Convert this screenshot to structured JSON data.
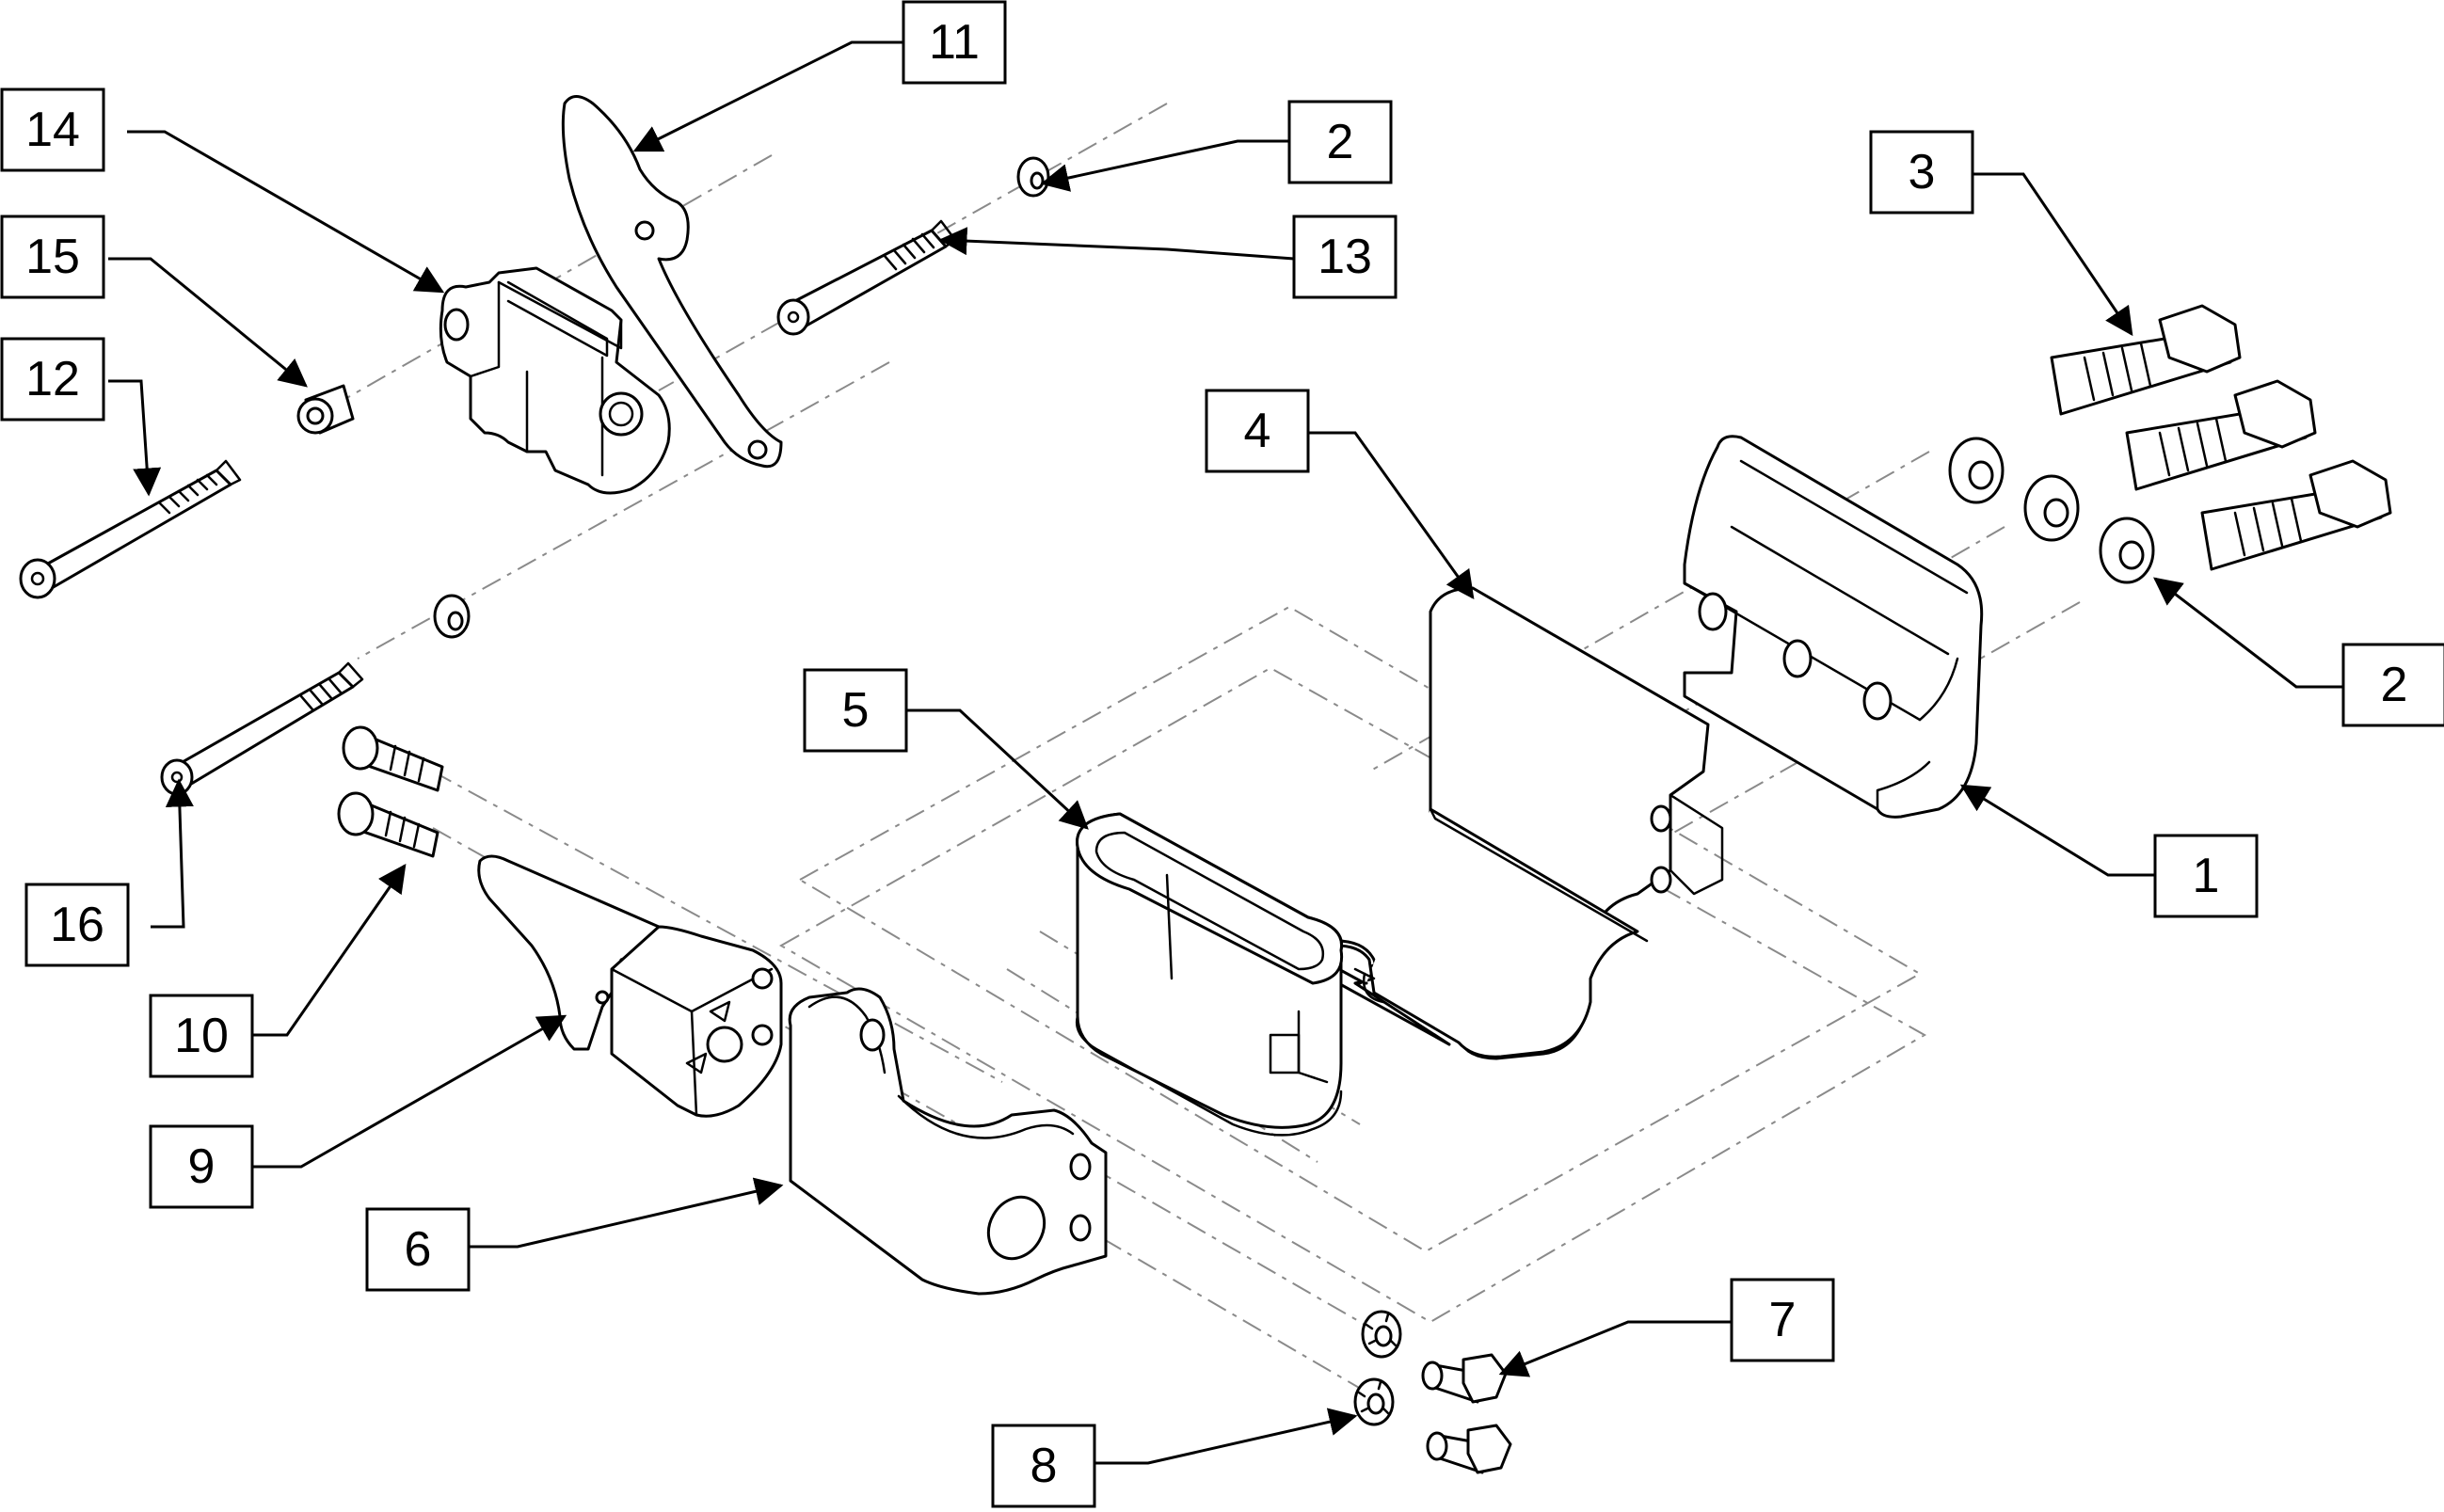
{
  "callouts": [
    {
      "id": "c11",
      "label": "11"
    },
    {
      "id": "c14",
      "label": "14"
    },
    {
      "id": "c2a",
      "label": "2"
    },
    {
      "id": "c15",
      "label": "15"
    },
    {
      "id": "c13",
      "label": "13"
    },
    {
      "id": "c3",
      "label": "3"
    },
    {
      "id": "c12",
      "label": "12"
    },
    {
      "id": "c4",
      "label": "4"
    },
    {
      "id": "c2b",
      "label": "2"
    },
    {
      "id": "c5",
      "label": "5"
    },
    {
      "id": "c1",
      "label": "1"
    },
    {
      "id": "c16",
      "label": "16"
    },
    {
      "id": "c10",
      "label": "10"
    },
    {
      "id": "c9",
      "label": "9"
    },
    {
      "id": "c6",
      "label": "6"
    },
    {
      "id": "c7",
      "label": "7"
    },
    {
      "id": "c8",
      "label": "8"
    }
  ],
  "colors": {
    "line": "#000000",
    "center_line": "#8a8a8a",
    "background": "#ffffff"
  }
}
